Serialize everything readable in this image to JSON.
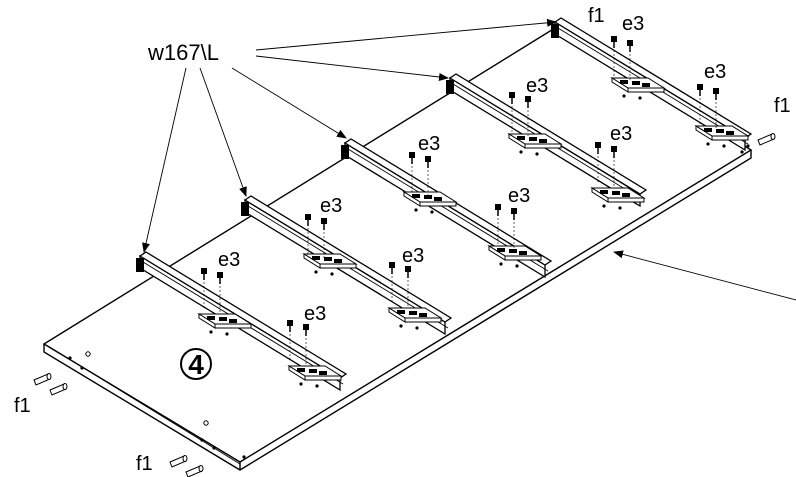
{
  "diagram": {
    "step_number": "4",
    "labels": {
      "runner_part": "w167\\L",
      "screw_part": "e3",
      "dowel_part": "f1"
    },
    "colors": {
      "line": "#000000",
      "background": "#ffffff",
      "panel_fill": "#ffffff"
    }
  }
}
